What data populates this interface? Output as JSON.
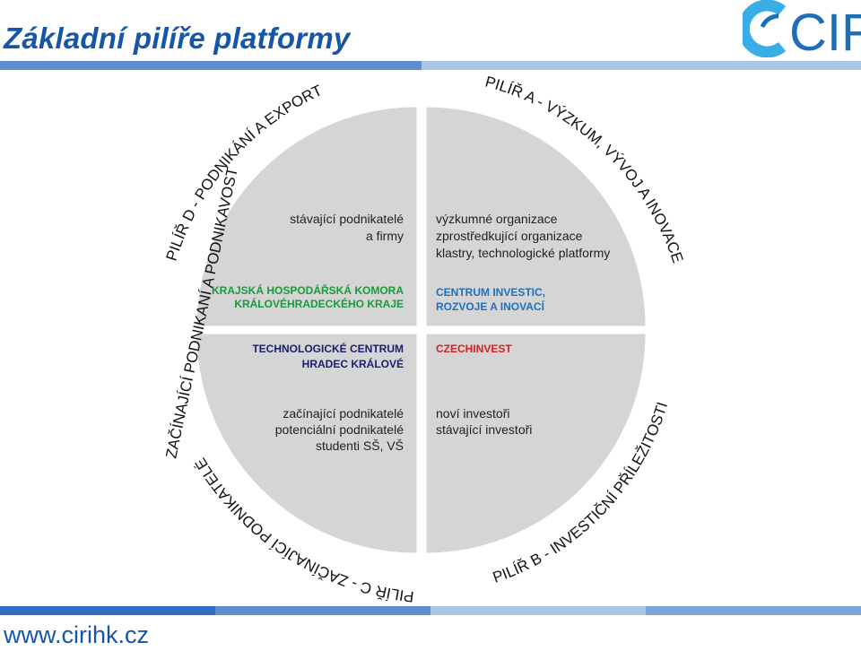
{
  "title": "Základní pilíře platformy",
  "logo": {
    "text": "CIRI"
  },
  "footer": {
    "url": "www.cirihk.cz"
  },
  "colors": {
    "title_blue": "#1656a8",
    "logo_blue": "#1b6fb8",
    "logo_cyan": "#39aee6",
    "quadrant_fill": "#d5d5d5",
    "green": "#1a9a3c",
    "navy": "#1a1e6e",
    "blue": "#1e6fbf",
    "red": "#d42020",
    "dark_text": "#222222"
  },
  "pillars": {
    "a": "PILÍŘ A - VÝZKUM, VÝVOJ A INOVACE",
    "b": "PILÍŘ B - INVESTIČNÍ PŘÍLEŽITOSTI",
    "c": "PILÍŘ C - ZAČÍNAJÍCÍ PODNIKATELÉ",
    "d": "PILÍŘ D - PODNIKÁNÍ A EXPORT",
    "e": "ZAČÍNAJÍCÍ PODNIKANÍ A PODNIKAVOST"
  },
  "quadrants": {
    "top_left": {
      "targets": [
        "stávající podnikatelé",
        "a firmy"
      ],
      "organization": [
        "KRAJSKÁ HOSPODÁŘSKÁ KOMORA",
        "KRÁLOVÉHRADECKÉHO KRAJE"
      ]
    },
    "top_right": {
      "targets": [
        "výzkumné organizace",
        "zprostředkující organizace",
        "klastry, technologické platformy"
      ],
      "organization": [
        "CENTRUM INVESTIC,",
        "ROZVOJE A INOVACÍ"
      ]
    },
    "bottom_left": {
      "organization": [
        "TECHNOLOGICKÉ CENTRUM",
        "HRADEC KRÁLOVÉ"
      ],
      "targets": [
        "začínající podnikatelé",
        "potenciální podnikatelé",
        "studenti SŠ, VŠ"
      ]
    },
    "bottom_right": {
      "organization": [
        "CZECHINVEST"
      ],
      "targets": [
        "noví investoři",
        "stávající investoři"
      ]
    }
  }
}
